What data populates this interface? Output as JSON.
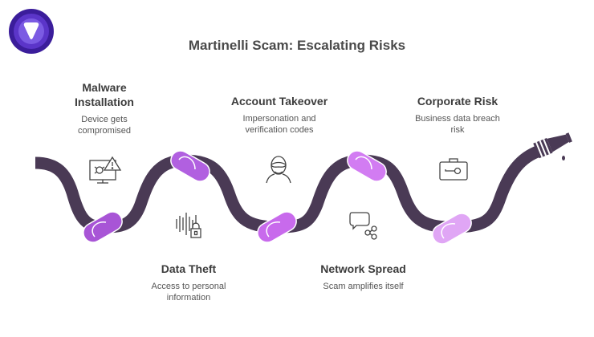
{
  "title": "Martinelli Scam: Escalating Risks",
  "colors": {
    "hose": "#4a3a55",
    "knot1": "#a855d6",
    "knot2": "#b160e0",
    "knot3": "#c86aec",
    "knot4": "#d27cf2",
    "knot5": "#e0a6f5",
    "title": "#4a4a4a",
    "logo_outer": "#3b1d9b",
    "logo_mid": "#5b35c9",
    "logo_inner": "#7b5be3"
  },
  "steps": [
    {
      "title": "Malware Installation",
      "title_line1": "Malware",
      "title_line2": "Installation",
      "desc_line1": "Device gets",
      "desc_line2": "compromised",
      "icon": "computer-bug-warning-icon",
      "position": "top"
    },
    {
      "title": "Data Theft",
      "desc_line1": "Access to personal",
      "desc_line2": "information",
      "icon": "audio-lock-icon",
      "position": "bottom"
    },
    {
      "title": "Account Takeover",
      "desc_line1": "Impersonation and",
      "desc_line2": "verification codes",
      "icon": "masked-person-icon",
      "position": "top"
    },
    {
      "title": "Network Spread",
      "desc_line1": "Scam amplifies itself",
      "icon": "chat-share-icon",
      "position": "bottom"
    },
    {
      "title": "Corporate Risk",
      "desc_line1": "Business data breach",
      "desc_line2": "risk",
      "icon": "briefcase-key-icon",
      "position": "top"
    }
  ]
}
